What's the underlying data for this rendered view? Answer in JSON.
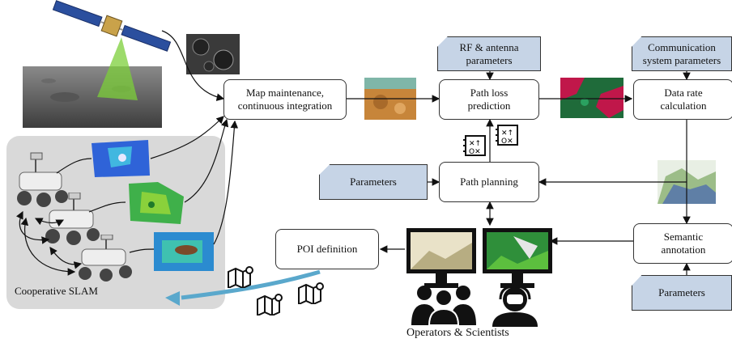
{
  "boxes": {
    "map_maintenance": "Map maintenance,\ncontinuous integration",
    "path_loss": "Path loss\nprediction",
    "data_rate": "Data rate\ncalculation",
    "path_planning": "Path planning",
    "poi_definition": "POI definition",
    "semantic_annotation": "Semantic\nannotation"
  },
  "parameters": {
    "rf_antenna": "RF & antenna\nparameters",
    "communication_system": "Communication\nsystem parameters",
    "planning": "Parameters",
    "annotation": "Parameters"
  },
  "labels": {
    "cooperative_slam": "Cooperative SLAM",
    "operators": "Operators & Scientists"
  },
  "colors": {
    "parameter_fill": "#c6d4e6",
    "slam_panel": "#d9d9d9",
    "data_flow_arrow": "#5aa8cc",
    "satellite_beam": "#7ccf3a"
  },
  "icons": [
    "satellite-icon",
    "rover-icon",
    "map-pin-icon",
    "decision-strategy-icon",
    "monitor-icon",
    "users-icon",
    "operator-headset-icon"
  ]
}
